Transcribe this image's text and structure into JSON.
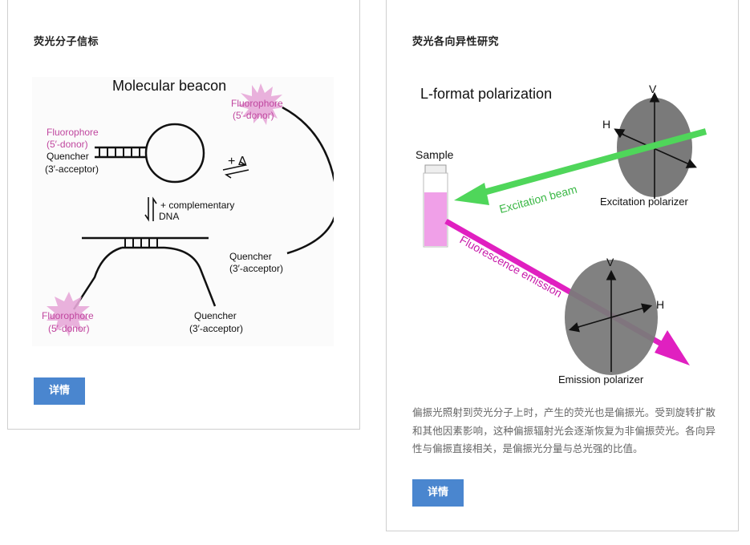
{
  "cards": [
    {
      "title": "荧光分子信标",
      "button_label": "详情",
      "figure": {
        "heading": "Molecular beacon",
        "labels": {
          "fluorophore_top": "Fluorophore",
          "donor_top": "(5′-donor)",
          "fluorophore_left": "Fluorophore",
          "donor_left": "(5′-donor)",
          "quencher_left": "Quencher",
          "acceptor_left": "(3′-acceptor)",
          "delta": "+ Δ",
          "complementary": "+ complementary",
          "dna": "DNA",
          "quencher_right": "Quencher",
          "acceptor_right": "(3′-acceptor)",
          "fluorophore_bottom": "Fluorophore",
          "donor_bottom": "(5′-donor)",
          "quencher_bottom": "Quencher",
          "acceptor_bottom": "(3′-acceptor)"
        },
        "colors": {
          "fluorophore_text": "#c0479f",
          "burst": "#e7a8d8",
          "line": "#111111"
        }
      }
    },
    {
      "title": "荧光各向异性研究",
      "button_label": "详情",
      "description": "偏振光照射到荧光分子上时，产生的荧光也是偏振光。受到旋转扩散和其他因素影响，这种偏振辐射光会逐渐恢复为非偏振荧光。各向异性与偏振直接相关，是偏振光分量与总光强的比值。",
      "figure": {
        "heading": "L-format polarization",
        "labels": {
          "sample": "Sample",
          "v_top": "V",
          "h_top": "H",
          "excitation_polarizer": "Excitation polarizer",
          "excitation_beam": "Excitation beam",
          "fluorescence_emission": "Fluorescence emission",
          "v_bottom": "V",
          "h_bottom": "H",
          "emission_polarizer": "Emission polarizer"
        },
        "colors": {
          "excitation": "#4fd65a",
          "emission": "#e020c0",
          "polarizer": "#7a7a7a",
          "sample_fill": "#f0a0e8"
        }
      }
    }
  ],
  "colors": {
    "button": "#4a86cf",
    "border": "#cfcfcf",
    "title": "#222222",
    "description": "#666666"
  }
}
